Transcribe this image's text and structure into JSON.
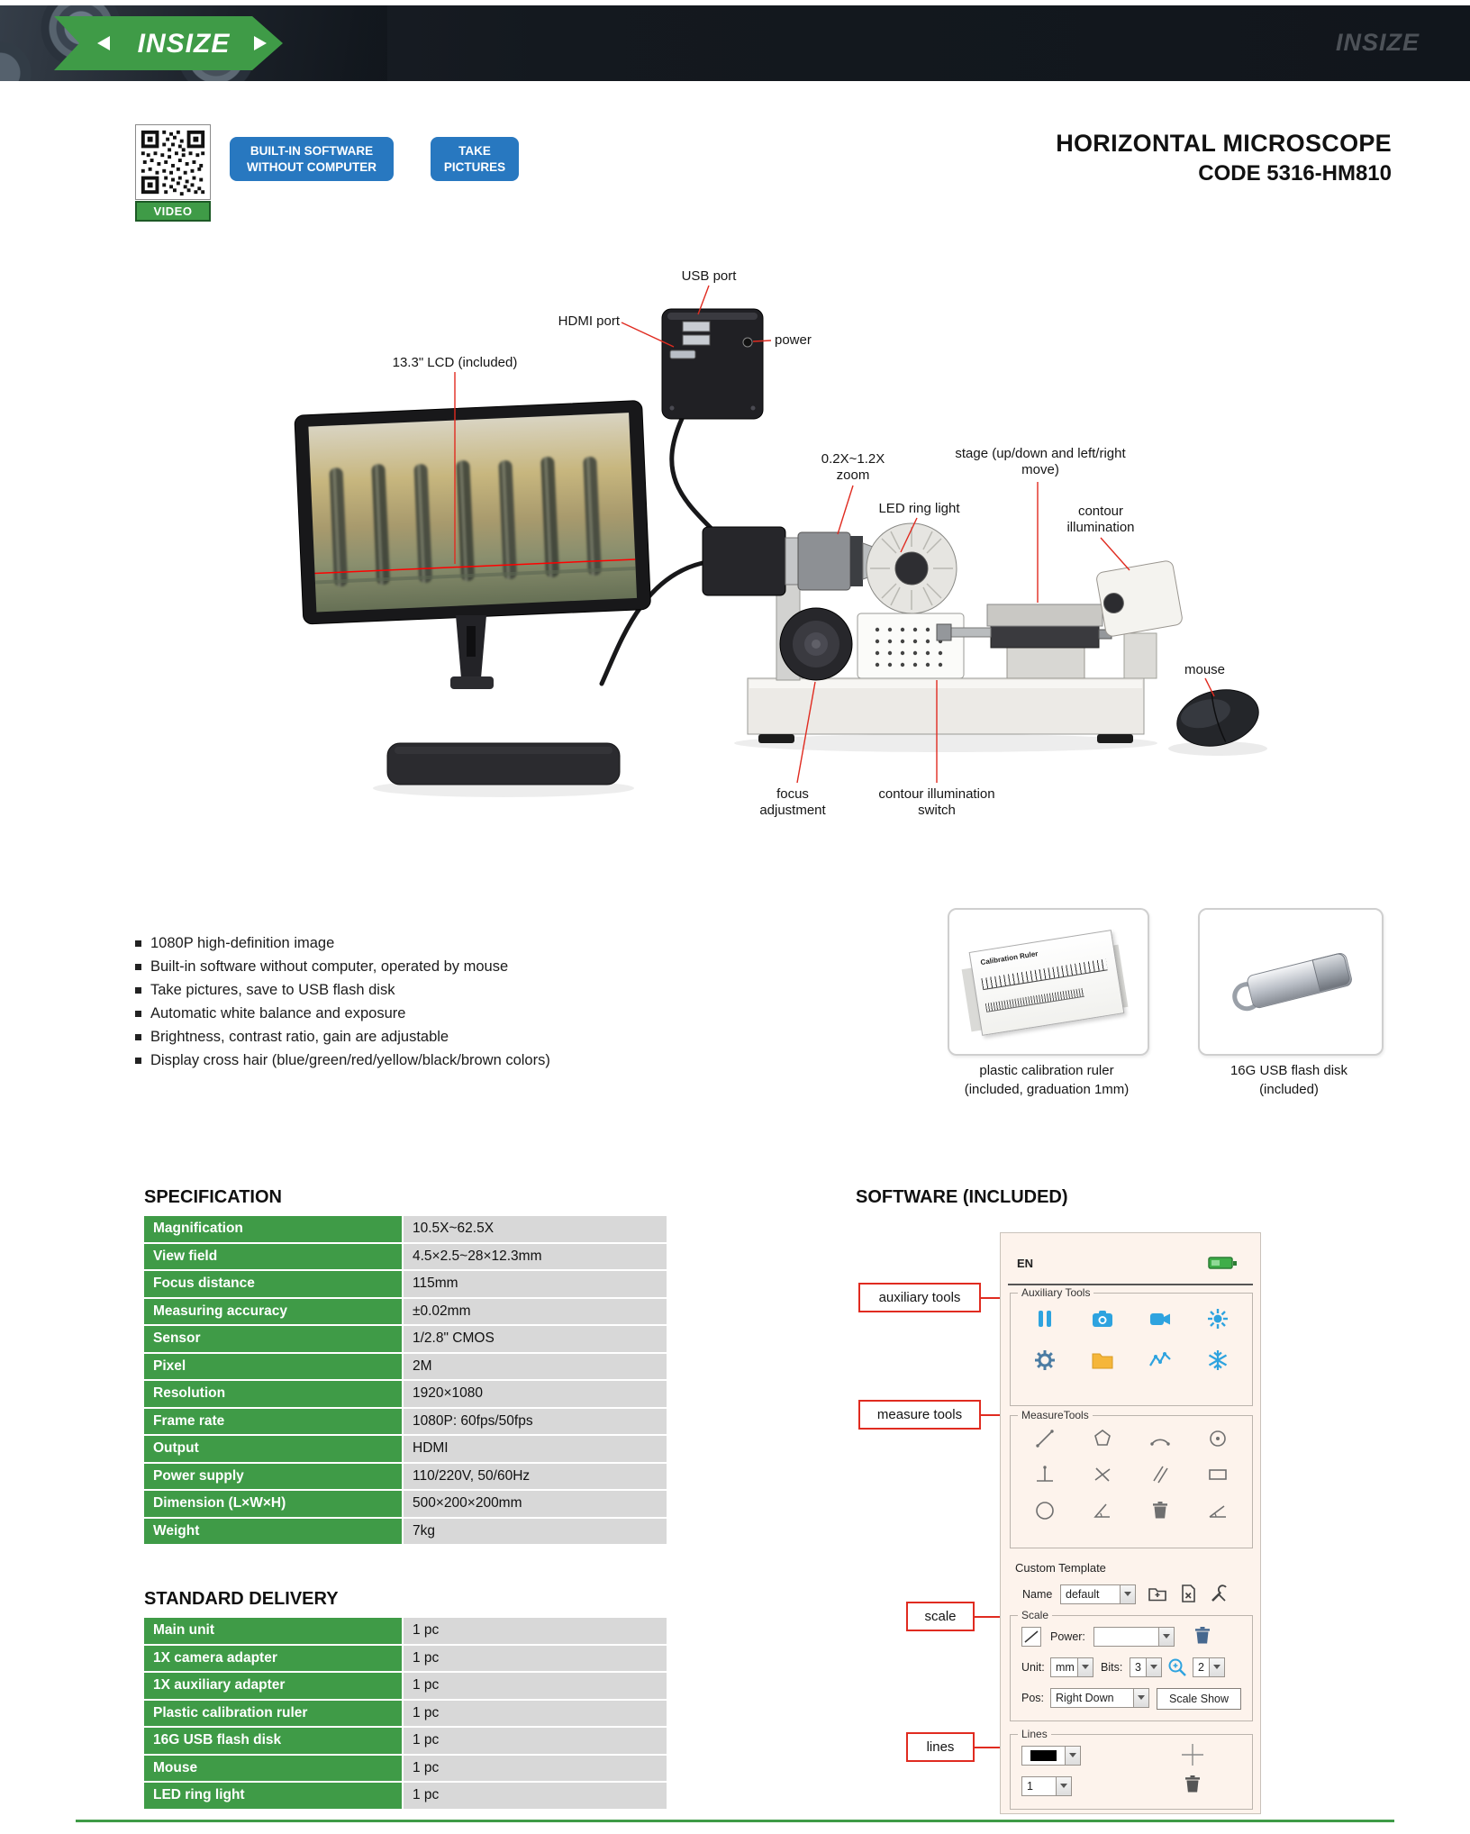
{
  "colors": {
    "brand_green": "#3f9b47",
    "badge_blue": "#2878c0",
    "callout_red": "#e02b20",
    "table_label_green": "#3f9b47",
    "table_value_gray": "#d8d8d8",
    "software_panel_bg": "#fdf3ec",
    "aux_icon_blue": "#2ea3df",
    "folder_yellow": "#f5b63a"
  },
  "header": {
    "brand": "INSIZE",
    "watermark": "INSIZE"
  },
  "top": {
    "video_label": "VIDEO",
    "badge1": "BUILT-IN SOFTWARE WITHOUT COMPUTER",
    "badge2": "TAKE PICTURES",
    "title_line1": "HORIZONTAL MICROSCOPE",
    "title_line2": "CODE 5316-HM810"
  },
  "diagram": {
    "labels": {
      "usb_port": "USB port",
      "hdmi_port": "HDMI port",
      "power": "power",
      "lcd": "13.3\" LCD (included)",
      "zoom": "0.2X~1.2X zoom",
      "stage": "stage (up/down and left/right move)",
      "led_ring": "LED ring light",
      "contour_illumination": "contour illumination",
      "mouse": "mouse",
      "focus": "focus adjustment",
      "contour_switch": "contour illumination switch"
    }
  },
  "features": {
    "items": [
      "1080P high-definition image",
      "Built-in software without computer, operated by mouse",
      "Take pictures, save to USB flash disk",
      "Automatic white balance and exposure",
      "Brightness, contrast ratio, gain are adjustable",
      "Display cross hair (blue/green/red/yellow/black/brown colors)"
    ]
  },
  "accessories": {
    "ruler_card_text": "Calibration Ruler",
    "ruler_caption1": "plastic calibration ruler",
    "ruler_caption2": "(included, graduation 1mm)",
    "usb_caption1": "16G USB flash disk",
    "usb_caption2": "(included)"
  },
  "specification": {
    "heading": "SPECIFICATION",
    "rows": [
      {
        "label": "Magnification",
        "value": "10.5X~62.5X"
      },
      {
        "label": "View field",
        "value": "4.5×2.5~28×12.3mm"
      },
      {
        "label": "Focus distance",
        "value": "115mm"
      },
      {
        "label": "Measuring accuracy",
        "value": "±0.02mm"
      },
      {
        "label": "Sensor",
        "value": "1/2.8\" CMOS"
      },
      {
        "label": "Pixel",
        "value": "2M"
      },
      {
        "label": "Resolution",
        "value": "1920×1080"
      },
      {
        "label": "Frame rate",
        "value": "1080P: 60fps/50fps"
      },
      {
        "label": "Output",
        "value": "HDMI"
      },
      {
        "label": "Power supply",
        "value": "110/220V, 50/60Hz"
      },
      {
        "label": "Dimension (L×W×H)",
        "value": "500×200×200mm"
      },
      {
        "label": "Weight",
        "value": "7kg"
      }
    ]
  },
  "delivery": {
    "heading": "STANDARD DELIVERY",
    "rows": [
      {
        "label": "Main unit",
        "value": "1 pc"
      },
      {
        "label": "1X camera adapter",
        "value": "1 pc"
      },
      {
        "label": "1X auxiliary adapter",
        "value": "1 pc"
      },
      {
        "label": "Plastic calibration ruler",
        "value": "1 pc"
      },
      {
        "label": "16G USB flash disk",
        "value": "1 pc"
      },
      {
        "label": "Mouse",
        "value": "1 pc"
      },
      {
        "label": "LED ring light",
        "value": "1 pc"
      }
    ]
  },
  "software": {
    "heading": "SOFTWARE (INCLUDED)",
    "callouts": {
      "auxiliary": "auxiliary tools",
      "measure": "measure tools",
      "scale": "scale",
      "lines": "lines"
    },
    "panel": {
      "language": "EN",
      "aux_group": "Auxiliary Tools",
      "measure_group": "MeasureTools",
      "template_label": "Custom Template",
      "name_label": "Name",
      "name_value": "default",
      "scale_group": "Scale",
      "power_label": "Power:",
      "unit_label": "Unit:",
      "unit_value": "mm",
      "bits_label": "Bits:",
      "bits_value": "3",
      "zoom_value": "2",
      "pos_label": "Pos:",
      "pos_value": "Right Down",
      "scale_show_button": "Scale Show",
      "lines_group": "Lines",
      "line_width_value": "1"
    }
  },
  "icons": {
    "auxiliary_tools": [
      "pause-icon",
      "camera-icon",
      "video-icon",
      "brightness-icon",
      "gear-icon",
      "folder-icon",
      "curve-icon",
      "snowflake-icon"
    ],
    "measure_tools": [
      "line-icon",
      "polygon-icon",
      "arc-icon",
      "center-circle-icon",
      "perpendicular-icon",
      "cross-lines-icon",
      "parallel-lines-icon",
      "rectangle-icon",
      "circle-icon",
      "angle-icon",
      "trash-icon",
      "slope-icon"
    ],
    "custom_template": [
      "open-folder-icon",
      "delete-file-icon",
      "tools-icon"
    ],
    "scale_group": [
      "line-style-icon",
      "trash-icon",
      "magnifier-icon"
    ],
    "lines_group": [
      "color-swatch",
      "crosshair-icon",
      "trash-icon"
    ],
    "misc": [
      "qr-code",
      "battery-icon"
    ]
  }
}
